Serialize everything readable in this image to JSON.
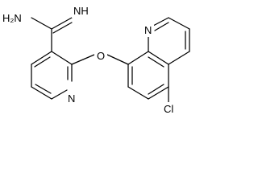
{
  "molecule": {
    "atom_labels": {
      "amine": "H₂N",
      "imine": "NH",
      "pyridine_nitrogen": "N",
      "ether_oxygen": "O",
      "quinoline_nitrogen": "N",
      "chlorine": "Cl"
    }
  }
}
